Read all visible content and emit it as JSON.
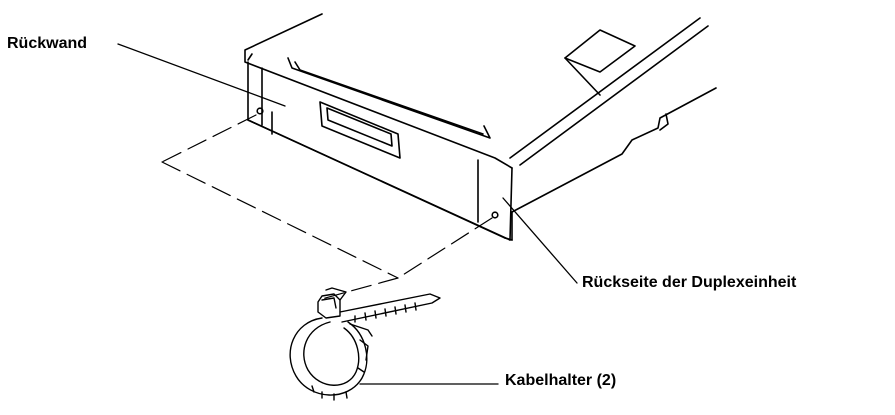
{
  "labels": {
    "rear_panel": "Rückwand",
    "duplex_rear": "Rückseite der Duplexeinheit",
    "cable_holder": "Kabelhalter (2)"
  },
  "colors": {
    "line": "#000000",
    "background": "#ffffff"
  }
}
